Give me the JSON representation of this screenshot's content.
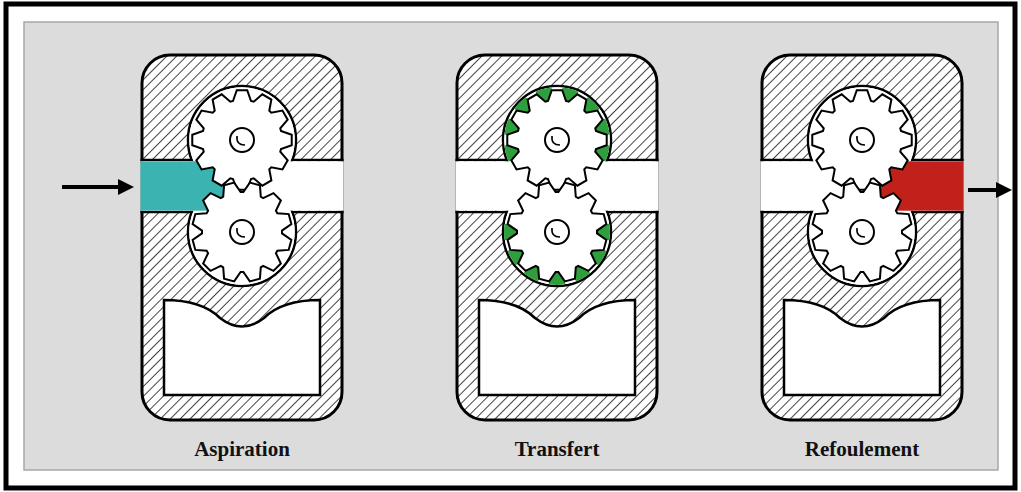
{
  "diagram": {
    "labels": [
      "Aspiration",
      "Transfert",
      "Refoulement"
    ]
  }
}
